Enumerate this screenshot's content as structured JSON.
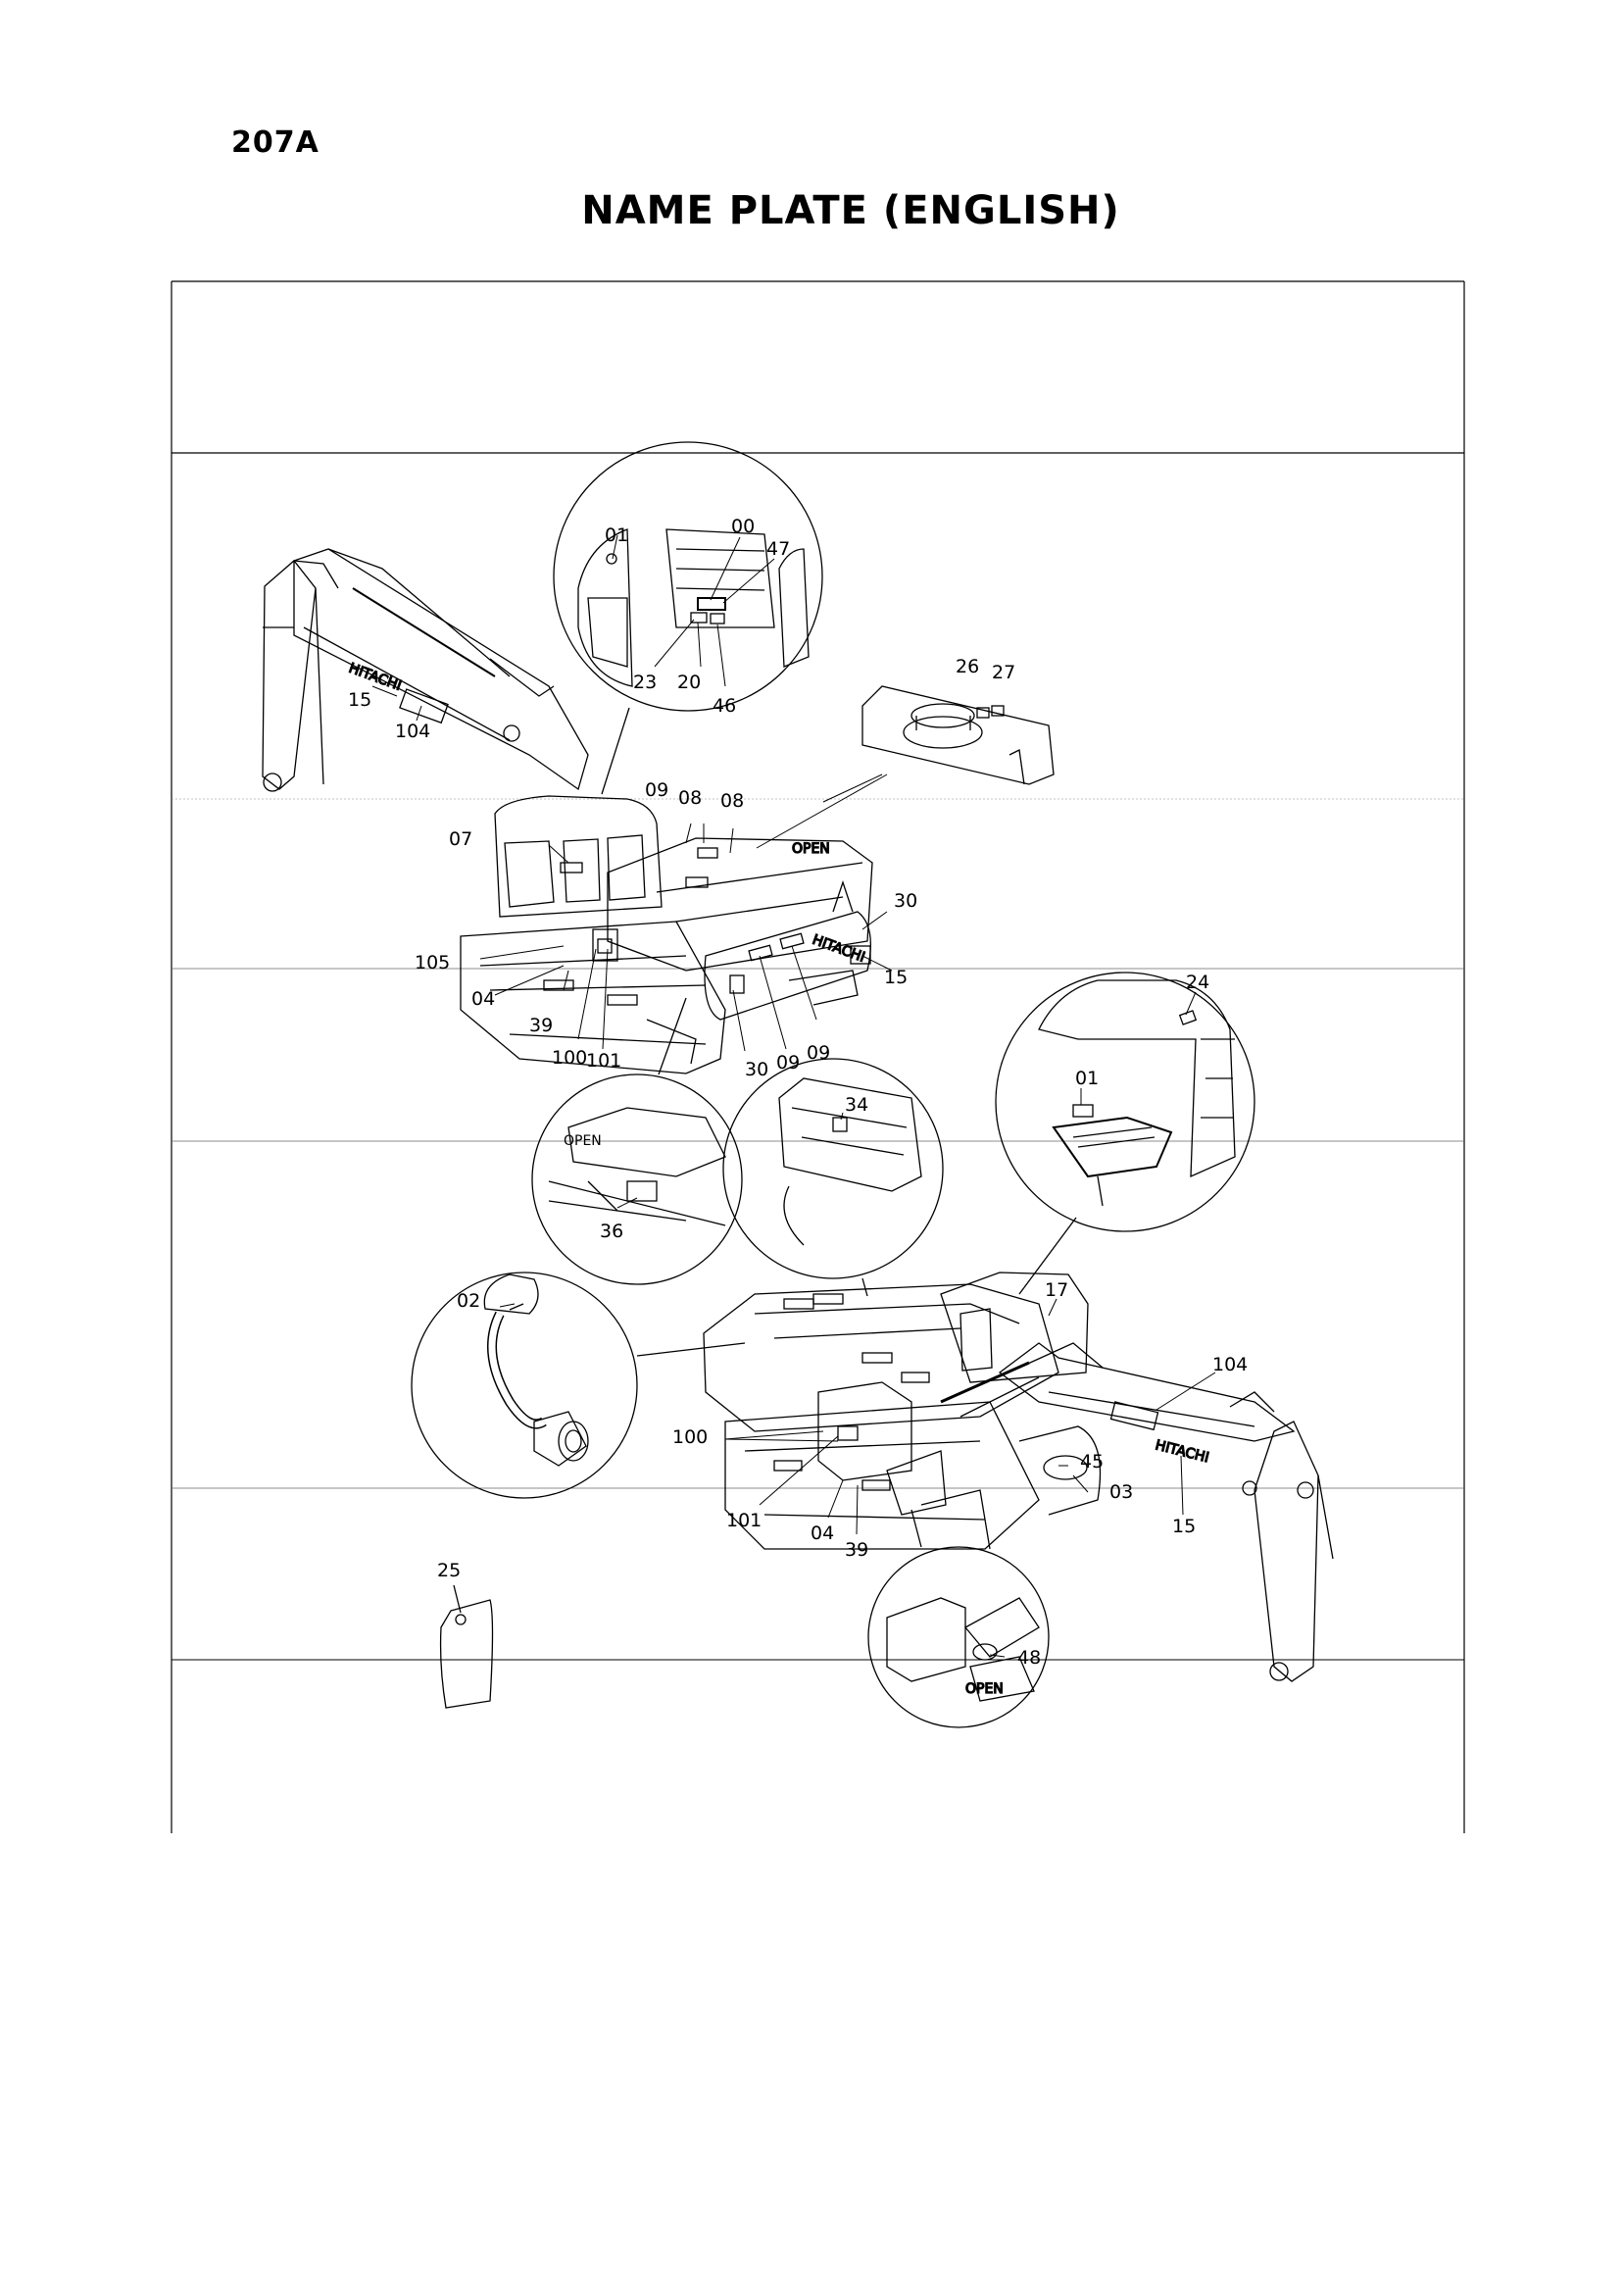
{
  "page": {
    "code": "207A",
    "title": "NAME PLATE (ENGLISH)"
  },
  "labels": {
    "l00": "00",
    "l01a": "01",
    "l01b": "01",
    "l02": "02",
    "l03": "03",
    "l04a": "04",
    "l04b": "04",
    "l07": "07",
    "l08a": "08",
    "l08b": "08",
    "l09a": "09",
    "l09b": "09",
    "l09c": "09",
    "l15a": "15",
    "l15b": "15",
    "l15c": "15",
    "l17": "17",
    "l20": "20",
    "l23": "23",
    "l24": "24",
    "l25": "25",
    "l26": "26",
    "l27": "27",
    "l30a": "30",
    "l30b": "30",
    "l34": "34",
    "l36": "36",
    "l39a": "39",
    "l39b": "39",
    "l45": "45",
    "l46": "46",
    "l47": "47",
    "l48": "48",
    "l100a": "100",
    "l100b": "100",
    "l101a": "101",
    "l101b": "101",
    "l104a": "104",
    "l104b": "104",
    "l105": "105"
  },
  "text_marks": {
    "open1": "OPEN",
    "open2": "OPEN",
    "open3": "OPEN",
    "brand1": "HITACHI",
    "brand2": "HITACHI",
    "brand3": "HITACHI"
  }
}
